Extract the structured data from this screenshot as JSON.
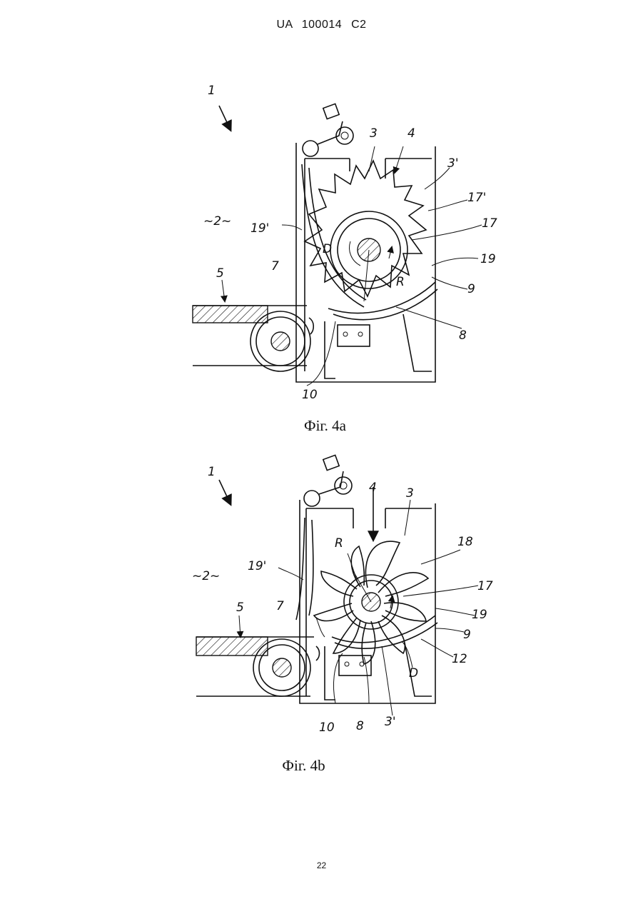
{
  "header": {
    "text": "UA   100014   C2"
  },
  "figure_a": {
    "caption": "Фіг. 4а",
    "labels": [
      "1",
      "~2~",
      "3",
      "4",
      "3'",
      "17'",
      "17",
      "19'",
      "D",
      "19",
      "5",
      "7",
      "R",
      "9",
      "8",
      "10"
    ]
  },
  "figure_b": {
    "caption": "Фіг. 4b",
    "labels": [
      "1",
      "4",
      "3",
      "R",
      "18",
      "~2~",
      "19'",
      "17",
      "5",
      "7",
      "19",
      "9",
      "12",
      "D",
      "10",
      "8",
      "3'"
    ]
  },
  "page_number": "22"
}
